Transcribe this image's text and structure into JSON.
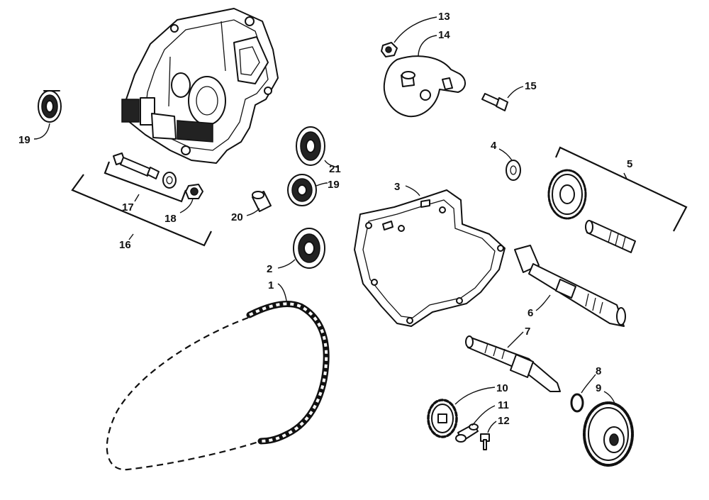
{
  "diagram": {
    "callouts": {
      "c1": "1",
      "c2": "2",
      "c3": "3",
      "c4": "4",
      "c5": "5",
      "c6": "6",
      "c7": "7",
      "c8": "8",
      "c9": "9",
      "c10": "10",
      "c11": "11",
      "c12": "12",
      "c13": "13",
      "c14": "14",
      "c15": "15",
      "c16": "16",
      "c17": "17",
      "c18": "18",
      "c19a": "19",
      "c19b": "19",
      "c20": "20",
      "c21": "21"
    }
  }
}
